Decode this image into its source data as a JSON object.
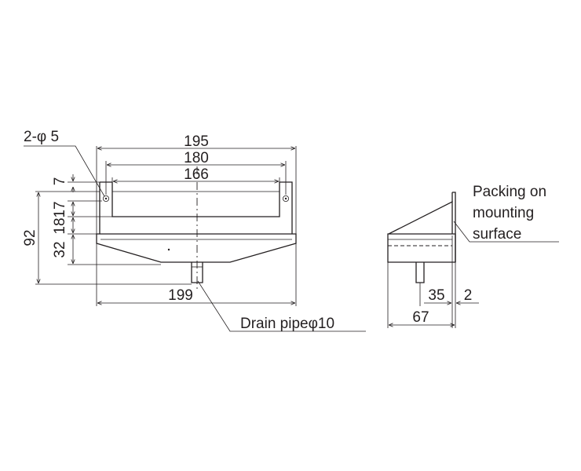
{
  "front_view": {
    "dims": {
      "overall_width": "195",
      "hole_pitch": "180",
      "inner_width": "166",
      "bottom_width": "199",
      "total_height": "92",
      "h1": "7",
      "h2": "17",
      "h3": "18",
      "h4": "32"
    },
    "hole_callout": "2-φ 5",
    "drain_callout": "Drain pipeφ10"
  },
  "side_view": {
    "dims": {
      "depth": "67",
      "pipe_offset": "35",
      "flange": "2"
    },
    "packing_label": [
      "Packing on",
      "mounting",
      "surface"
    ]
  }
}
